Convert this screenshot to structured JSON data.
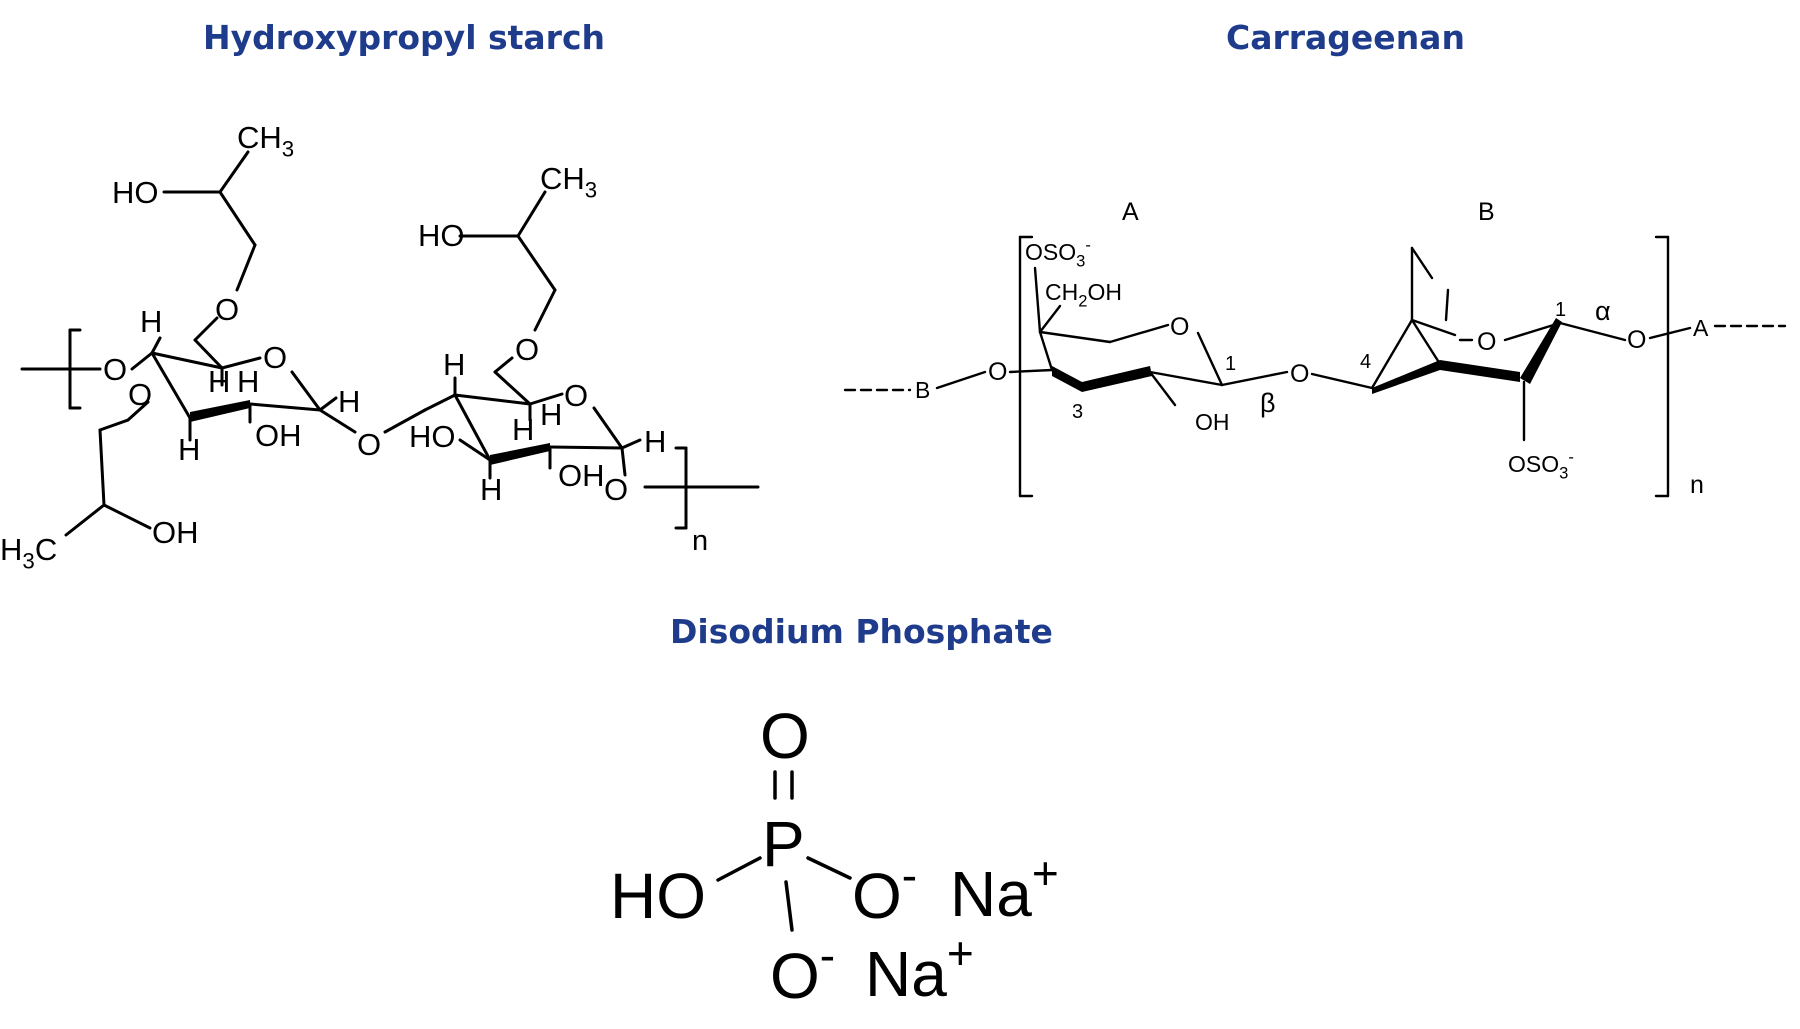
{
  "colors": {
    "title": "#1f3b8c",
    "structure": "#000000"
  },
  "titles": {
    "hps": "Hydroxypropyl starch",
    "carrageenan": "Carrageenan",
    "dsp": "Disodium Phosphate"
  },
  "hps": {
    "ch3_top": "CH3",
    "ho_top": "HO",
    "o_ether1": "O",
    "ch3_right": "CH3",
    "ho_right": "HO",
    "o_ether2": "O",
    "o_left_link": "O",
    "o_ring1": "O",
    "o_sub": "O",
    "h_a": "H",
    "h_b": "H",
    "h_c": "H",
    "h_d": "H",
    "h_e": "H",
    "oh_ring1": "OH",
    "o_glyco": "O",
    "h_f": "H",
    "ho_ring2": "HO",
    "h_g": "H",
    "h_h": "H",
    "h_i": "H",
    "o_ring2": "O",
    "oh_ring2": "OH",
    "o_right_link": "O",
    "h_j": "H",
    "h3c": "H3C",
    "oh_bottom": "OH",
    "n": "n"
  },
  "carrageenan": {
    "unit_a": "A",
    "unit_b": "B",
    "oso3_top": "OSO3-",
    "ch2oh": "CH2OH",
    "b_end": "B",
    "o_left": "O",
    "o_ring_a": "O",
    "pos1_a": "1",
    "pos3": "3",
    "oh": "OH",
    "beta": "β",
    "o_link": "O",
    "pos4": "4",
    "o_ring_b": "O",
    "pos1_b": "1",
    "alpha": "α",
    "o_right": "O",
    "a_end": "A",
    "oso3_bottom": "OSO3-",
    "n": "n"
  },
  "dsp": {
    "o_top": "O",
    "p": "P",
    "ho": "HO",
    "o_minus_right": "O-",
    "na1": "Na+",
    "o_minus_bottom": "O-",
    "na2": "Na+"
  }
}
